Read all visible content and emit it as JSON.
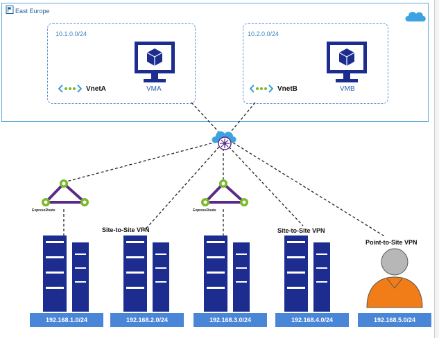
{
  "region": {
    "title": "East Europe",
    "icon": "flag-icon",
    "cloud_icon": "cloud-icon"
  },
  "vnets": [
    {
      "cidr": "10.1.0.0/24",
      "name": "VnetA",
      "vm": "VMA"
    },
    {
      "cidr": "10.2.0.0/24",
      "name": "VnetB",
      "vm": "VMB"
    }
  ],
  "hub": {
    "icon": "virtual-wan-hub-icon"
  },
  "expressroutes": [
    {
      "label": "ExpressRoute"
    },
    {
      "label": "ExpressRoute"
    }
  ],
  "connection_labels": {
    "s2s_1": "Site-to-Site VPN",
    "s2s_2": "Site-to-Site VPN",
    "p2s": "Point-to-Site VPN"
  },
  "sites": [
    {
      "subnet": "192.168.1.0/24",
      "icon": "building-icon"
    },
    {
      "subnet": "192.168.2.0/24",
      "icon": "building-icon"
    },
    {
      "subnet": "192.168.3.0/24",
      "icon": "building-icon"
    },
    {
      "subnet": "192.168.4.0/24",
      "icon": "building-icon"
    },
    {
      "subnet": "192.168.5.0/24",
      "icon": "user-icon"
    }
  ],
  "colors": {
    "region_border": "#5aa7d8",
    "vnet_border": "#5b8fd6",
    "building": "#1c2d8f",
    "subnet_bg": "#4a86d8",
    "expressroute": "#5b2a86",
    "expressroute_node": "#7ab929",
    "user_body": "#f07d17",
    "user_head": "#b7b7b7"
  }
}
